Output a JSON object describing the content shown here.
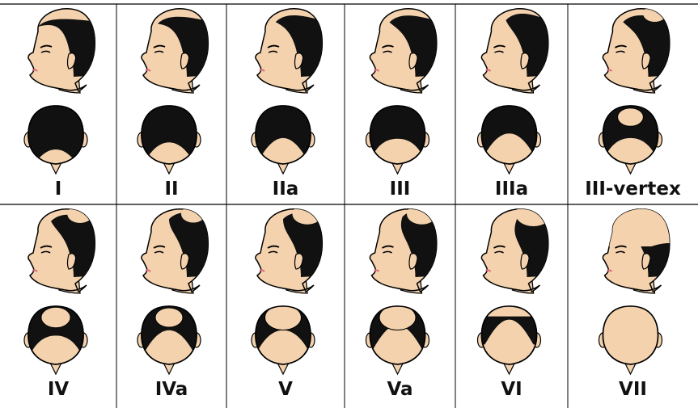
{
  "colors": {
    "skin": "#f3d2ad",
    "hair": "#111111",
    "outline": "#000000",
    "lips": "#e06a78",
    "grid": "#000000",
    "background": "#ffffff"
  },
  "stages": [
    {
      "label": "I",
      "hairline": 0.0,
      "temple": 0.0,
      "crown": 0.0
    },
    {
      "label": "II",
      "hairline": 0.2,
      "temple": 0.25,
      "crown": 0.0
    },
    {
      "label": "IIa",
      "hairline": 0.32,
      "temple": 0.3,
      "crown": 0.0
    },
    {
      "label": "III",
      "hairline": 0.3,
      "temple": 0.5,
      "crown": 0.0
    },
    {
      "label": "IIIa",
      "hairline": 0.45,
      "temple": 0.5,
      "crown": 0.0
    },
    {
      "label": "III-vertex",
      "hairline": 0.32,
      "temple": 0.5,
      "crown": 0.45
    },
    {
      "label": "IV",
      "hairline": 0.4,
      "temple": 0.6,
      "crown": 0.55
    },
    {
      "label": "IVa",
      "hairline": 0.55,
      "temple": 0.6,
      "crown": 0.5
    },
    {
      "label": "V",
      "hairline": 0.55,
      "temple": 0.7,
      "crown": 0.75
    },
    {
      "label": "Va",
      "hairline": 0.7,
      "temple": 0.7,
      "crown": 0.75
    },
    {
      "label": "VI",
      "hairline": 0.85,
      "temple": 0.85,
      "crown": 1.0
    },
    {
      "label": "VII",
      "hairline": 1.0,
      "temple": 1.0,
      "crown": 1.0
    }
  ]
}
